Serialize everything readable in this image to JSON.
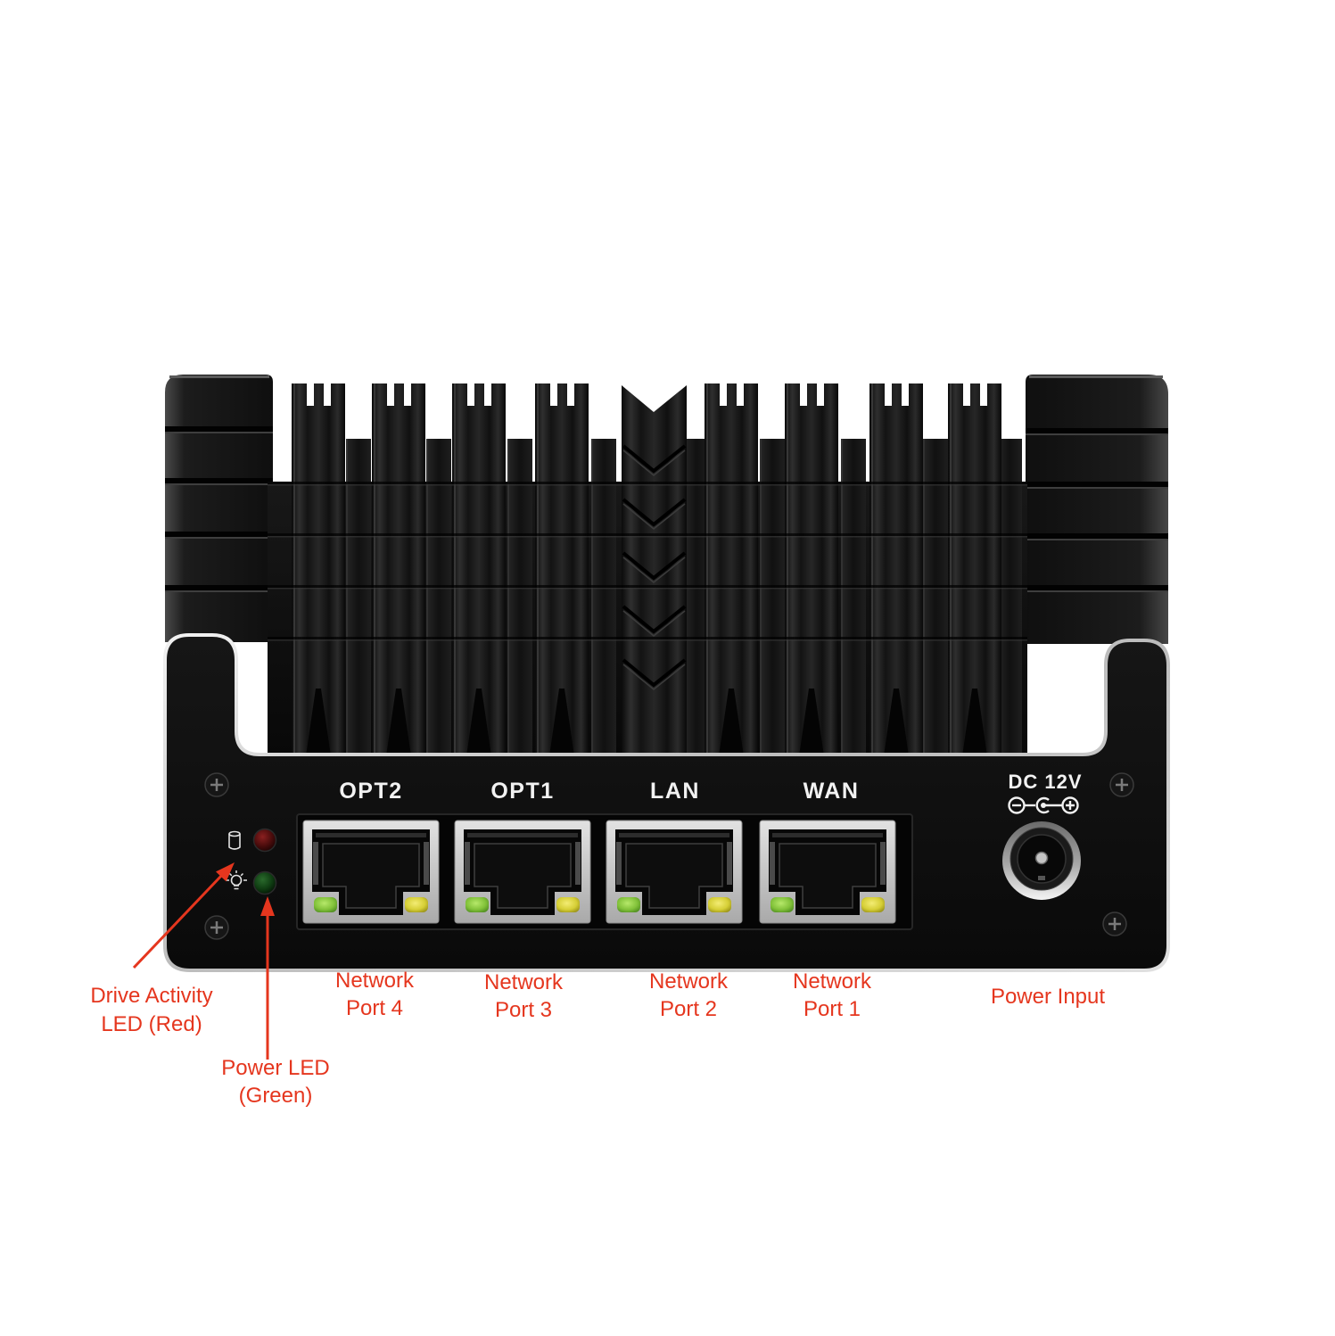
{
  "panel": {
    "port_labels": [
      "OPT2",
      "OPT1",
      "LAN",
      "WAN"
    ],
    "power_label": "DC 12V"
  },
  "annotations": {
    "drive_activity_led": {
      "line1": "Drive Activity",
      "line2": "LED (Red)"
    },
    "power_led": {
      "line1": "Power LED",
      "line2": "(Green)"
    },
    "network_ports": [
      {
        "line1": "Network",
        "line2": "Port 4"
      },
      {
        "line1": "Network",
        "line2": "Port 3"
      },
      {
        "line1": "Network",
        "line2": "Port 2"
      },
      {
        "line1": "Network",
        "line2": "Port 1"
      }
    ],
    "power_input": "Power Input"
  },
  "icons": {
    "drive_led": "drive-icon",
    "power_led": "lightbulb-icon",
    "screws": "screw-icon",
    "power_polarity": "polarity-icon",
    "callouts": "arrow-icon"
  },
  "colors": {
    "annotation": "#e5361e",
    "background": "#ffffff",
    "chassis": "#0e0e0e",
    "bezel": "#d4d4d4",
    "drive_led": "#5c1414",
    "power_led": "#123f16",
    "port_led_link": "#86c43c",
    "port_led_activity": "#d6cf36"
  }
}
